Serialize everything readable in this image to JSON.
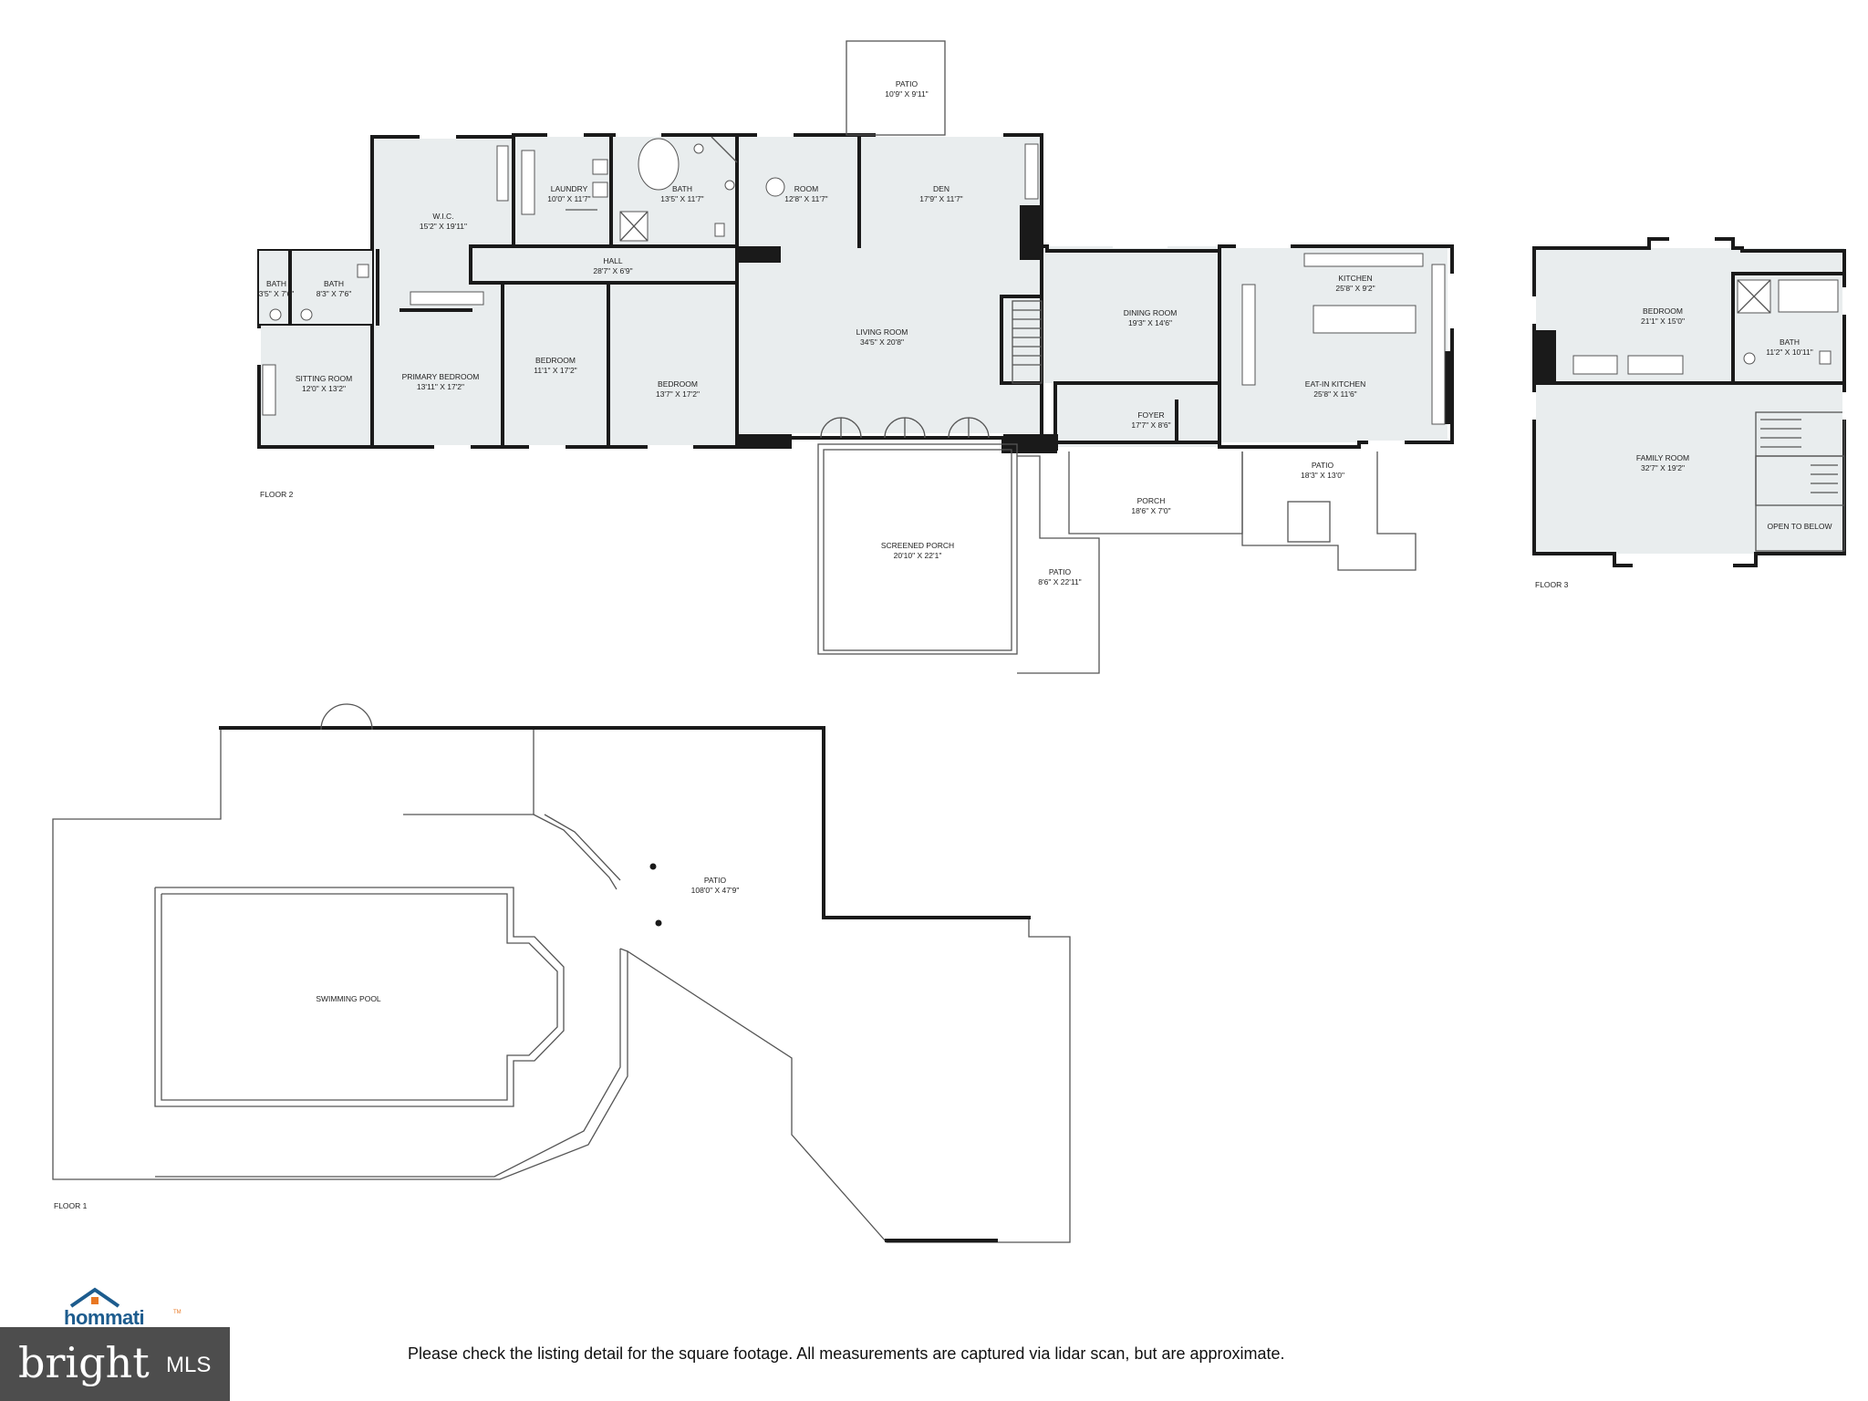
{
  "floors": {
    "floor1": "FLOOR 1",
    "floor2": "FLOOR 2",
    "floor3": "FLOOR 3"
  },
  "rooms": {
    "patio_top": {
      "name": "PATIO",
      "dim": "10'9\" X 9'11\""
    },
    "wic": {
      "name": "W.I.C.",
      "dim": "15'2\" X 19'11\""
    },
    "laundry": {
      "name": "LAUNDRY",
      "dim": "10'0\" X 11'7\""
    },
    "bath_primary": {
      "name": "BATH",
      "dim": "13'5\" X 11'7\""
    },
    "room": {
      "name": "ROOM",
      "dim": "12'8\" X 11'7\""
    },
    "den": {
      "name": "DEN",
      "dim": "17'9\" X 11'7\""
    },
    "bath_small1": {
      "name": "BATH",
      "dim": "3'5\" X 7'6\""
    },
    "bath_small2": {
      "name": "BATH",
      "dim": "8'3\" X 7'6\""
    },
    "hall": {
      "name": "HALL",
      "dim": "28'7\" X 6'9\""
    },
    "living": {
      "name": "LIVING ROOM",
      "dim": "34'5\" X 20'8\""
    },
    "dining": {
      "name": "DINING ROOM",
      "dim": "19'3\" X 14'6\""
    },
    "kitchen": {
      "name": "KITCHEN",
      "dim": "25'8\" X 9'2\""
    },
    "sitting": {
      "name": "SITTING ROOM",
      "dim": "12'0\" X 13'2\""
    },
    "primary_bed": {
      "name": "PRIMARY BEDROOM",
      "dim": "13'11\" X 17'2\""
    },
    "bedroom_a": {
      "name": "BEDROOM",
      "dim": "11'1\" X 17'2\""
    },
    "bedroom_b": {
      "name": "BEDROOM",
      "dim": "13'7\" X 17'2\""
    },
    "eatin": {
      "name": "EAT-IN KITCHEN",
      "dim": "25'8\" X 11'6\""
    },
    "foyer": {
      "name": "FOYER",
      "dim": "17'7\" X 8'6\""
    },
    "porch": {
      "name": "PORCH",
      "dim": "18'6\" X 7'0\""
    },
    "patio_side": {
      "name": "PATIO",
      "dim": "18'3\" X 13'0\""
    },
    "screened": {
      "name": "SCREENED PORCH",
      "dim": "20'10\" X 22'1\""
    },
    "patio_mid": {
      "name": "PATIO",
      "dim": "8'6\" X 22'11\""
    },
    "bedroom_up": {
      "name": "BEDROOM",
      "dim": "21'1\" X 15'0\""
    },
    "bath_up": {
      "name": "BATH",
      "dim": "11'2\" X 10'11\""
    },
    "family": {
      "name": "FAMILY ROOM",
      "dim": "32'7\" X 19'2\""
    },
    "open_below": {
      "name": "OPEN TO BELOW"
    },
    "patio_pool": {
      "name": "PATIO",
      "dim": "108'0\" X 47'9\""
    },
    "pool": {
      "name": "SWIMMING POOL"
    }
  },
  "footer": {
    "disclaimer": "Please check the listing detail for the square footage. All measurements are captured via lidar scan, but are approximate.",
    "hommati": "hommati",
    "hommati_tm": "TM",
    "bright": "bright",
    "mls": "MLS"
  },
  "colors": {
    "room_fill": "#e9edee",
    "wall": "#1a1a1a",
    "bright_bg": "#4d4d4d",
    "hommati_blue": "#1d5c8e",
    "hommati_orange": "#e87722"
  }
}
